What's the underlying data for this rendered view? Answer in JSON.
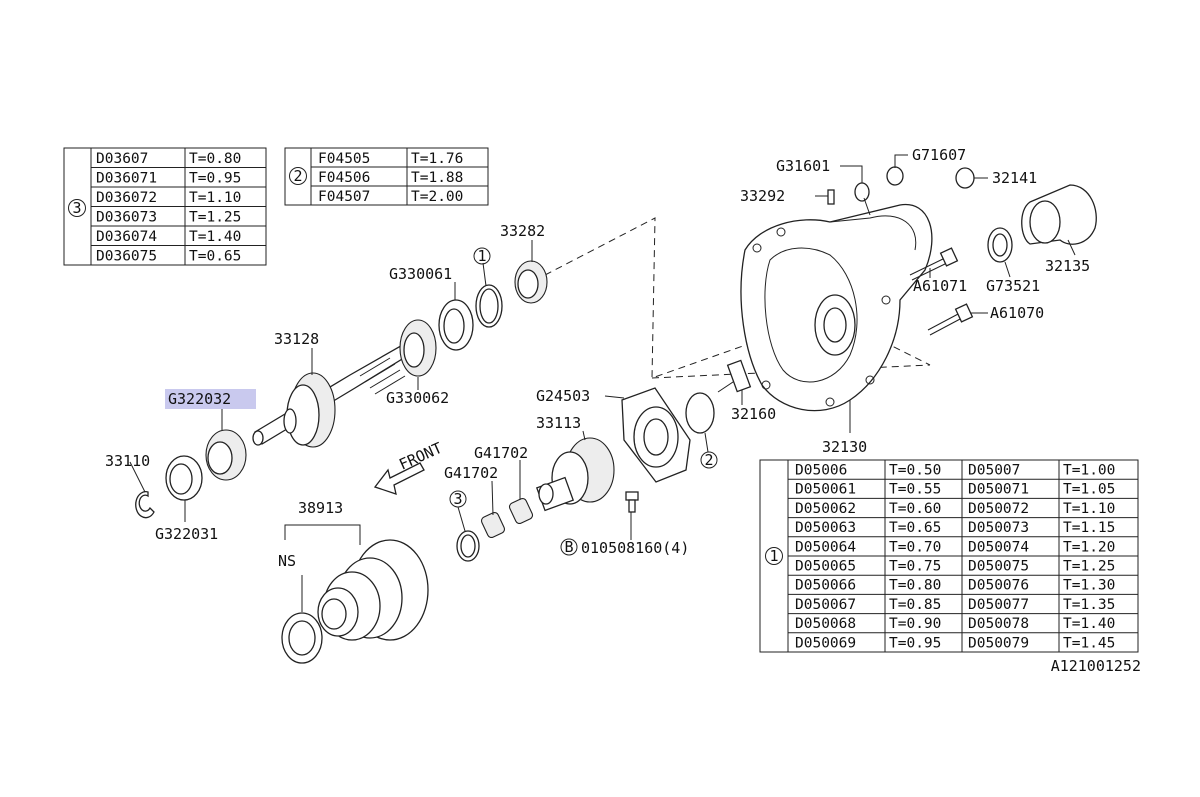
{
  "table3": {
    "marker": "3",
    "rows": [
      {
        "part": "D03607",
        "t": "T=0.80"
      },
      {
        "part": "D036071",
        "t": "T=0.95"
      },
      {
        "part": "D036072",
        "t": "T=1.10"
      },
      {
        "part": "D036073",
        "t": "T=1.25"
      },
      {
        "part": "D036074",
        "t": "T=1.40"
      },
      {
        "part": "D036075",
        "t": "T=0.65"
      }
    ]
  },
  "table2": {
    "marker": "2",
    "rows": [
      {
        "part": "F04505",
        "t": "T=1.76"
      },
      {
        "part": "F04506",
        "t": "T=1.88"
      },
      {
        "part": "F04507",
        "t": "T=2.00"
      }
    ]
  },
  "table1": {
    "marker": "1",
    "rows": [
      {
        "a": "D05006",
        "ta": "T=0.50",
        "b": "D05007",
        "tb": "T=1.00"
      },
      {
        "a": "D050061",
        "ta": "T=0.55",
        "b": "D050071",
        "tb": "T=1.05"
      },
      {
        "a": "D050062",
        "ta": "T=0.60",
        "b": "D050072",
        "tb": "T=1.10"
      },
      {
        "a": "D050063",
        "ta": "T=0.65",
        "b": "D050073",
        "tb": "T=1.15"
      },
      {
        "a": "D050064",
        "ta": "T=0.70",
        "b": "D050074",
        "tb": "T=1.20"
      },
      {
        "a": "D050065",
        "ta": "T=0.75",
        "b": "D050075",
        "tb": "T=1.25"
      },
      {
        "a": "D050066",
        "ta": "T=0.80",
        "b": "D050076",
        "tb": "T=1.30"
      },
      {
        "a": "D050067",
        "ta": "T=0.85",
        "b": "D050077",
        "tb": "T=1.35"
      },
      {
        "a": "D050068",
        "ta": "T=0.90",
        "b": "D050078",
        "tb": "T=1.40"
      },
      {
        "a": "D050069",
        "ta": "T=0.95",
        "b": "D050079",
        "tb": "T=1.45"
      }
    ]
  },
  "labels": {
    "p33282": "33282",
    "pG330061": "G330061",
    "c1_top": "1",
    "p33128": "33128",
    "pG330062": "G330062",
    "pG322032": "G322032",
    "p33110": "33110",
    "pG322031": "G322031",
    "front": "FRONT",
    "p38913": "38913",
    "ns": "NS",
    "c3_mid": "3",
    "pG41702a": "G41702",
    "pG41702b": "G41702",
    "p33113": "33113",
    "pG24503": "G24503",
    "b_marker": "B",
    "p010508160": "010508160(4)",
    "c2_mid": "2",
    "p32160": "32160",
    "p32130": "32130",
    "pG31601": "G31601",
    "pG71607": "G71607",
    "p33292": "33292",
    "p32141": "32141",
    "p32135": "32135",
    "pA61071": "A61071",
    "pG73521": "G73521",
    "pA61070": "A61070",
    "ref": "A121001252"
  },
  "colors": {
    "highlight": "#c9c9ee",
    "ink": "#222222"
  }
}
